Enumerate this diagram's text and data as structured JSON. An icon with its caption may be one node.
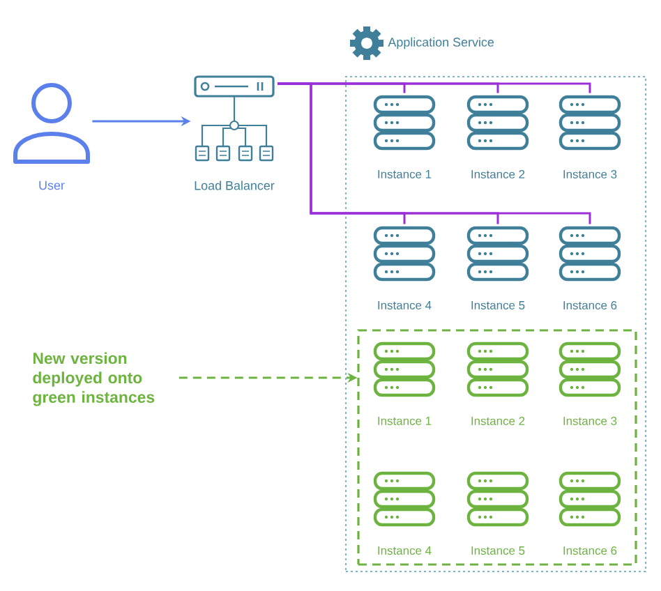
{
  "diagram": {
    "nodes": [
      {
        "text": [
          "Application Service"
        ]
      },
      {
        "text": [
          "User"
        ]
      },
      {
        "text": [
          "Load Balancer"
        ]
      },
      {
        "text": [
          "Instance 1"
        ],
        "in": 0
      },
      {
        "text": [
          "Instance 2"
        ],
        "in": 0
      },
      {
        "text": [
          "Instance 3"
        ],
        "in": 0
      },
      {
        "text": [
          "Instance 4"
        ],
        "in": 0
      },
      {
        "text": [
          "Instance 5"
        ],
        "in": 0
      },
      {
        "text": [
          "Instance 6"
        ],
        "in": 0
      },
      {
        "text": [],
        "shape": "box",
        "in": 0
      },
      {
        "text": [
          "Instance 1"
        ],
        "in": 9
      },
      {
        "text": [
          "Instance 2"
        ],
        "in": 9
      },
      {
        "text": [
          "Instance 3"
        ],
        "in": 9
      },
      {
        "text": [
          "Instance 4"
        ],
        "in": 9
      },
      {
        "text": [
          "Instance 5"
        ],
        "in": 9
      },
      {
        "text": [
          "Instance 6"
        ],
        "in": 9
      },
      {
        "text": [
          "New version deployed onto green instances"
        ]
      }
    ],
    "edges": [
      {
        "from": 1,
        "to": 2,
        "arrow": "to",
        "color": "#5b80ec"
      },
      {
        "from": 2,
        "to": 3,
        "arrow": "none"
      },
      {
        "from": 2,
        "to": 4,
        "arrow": "none"
      },
      {
        "from": 2,
        "to": 5,
        "arrow": "none"
      },
      {
        "from": 2,
        "to": 6,
        "arrow": "none"
      },
      {
        "from": 2,
        "to": 7,
        "arrow": "none"
      },
      {
        "from": 2,
        "to": 8,
        "arrow": "none"
      },
      {
        "from": 16,
        "to": 9,
        "arrow": "to",
        "style": "dashed",
        "color": "#6db33f"
      }
    ]
  }
}
